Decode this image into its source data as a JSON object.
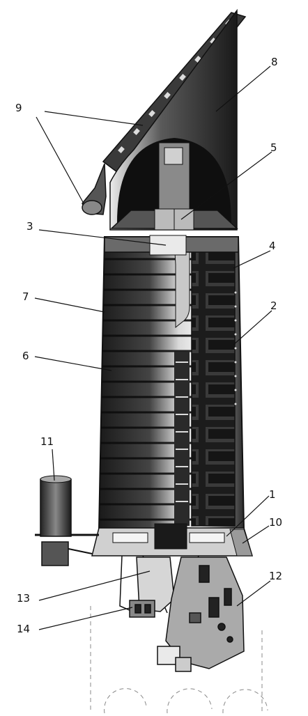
{
  "diagram": {
    "callouts": [
      {
        "id": "c1",
        "label": "1"
      },
      {
        "id": "c2",
        "label": "2"
      },
      {
        "id": "c3",
        "label": "3"
      },
      {
        "id": "c4",
        "label": "4"
      },
      {
        "id": "c5",
        "label": "5"
      },
      {
        "id": "c6",
        "label": "6"
      },
      {
        "id": "c7",
        "label": "7"
      },
      {
        "id": "c8",
        "label": "8"
      },
      {
        "id": "c9",
        "label": "9"
      },
      {
        "id": "c10",
        "label": "10"
      },
      {
        "id": "c11",
        "label": "11"
      },
      {
        "id": "c12",
        "label": "12"
      },
      {
        "id": "c13",
        "label": "13"
      },
      {
        "id": "c14",
        "label": "14"
      }
    ],
    "colors": {
      "ink": "#141414",
      "dark": "#222222",
      "mid": "#7a7a7a",
      "light": "#d8d8d8",
      "paper": "#ffffff"
    }
  }
}
